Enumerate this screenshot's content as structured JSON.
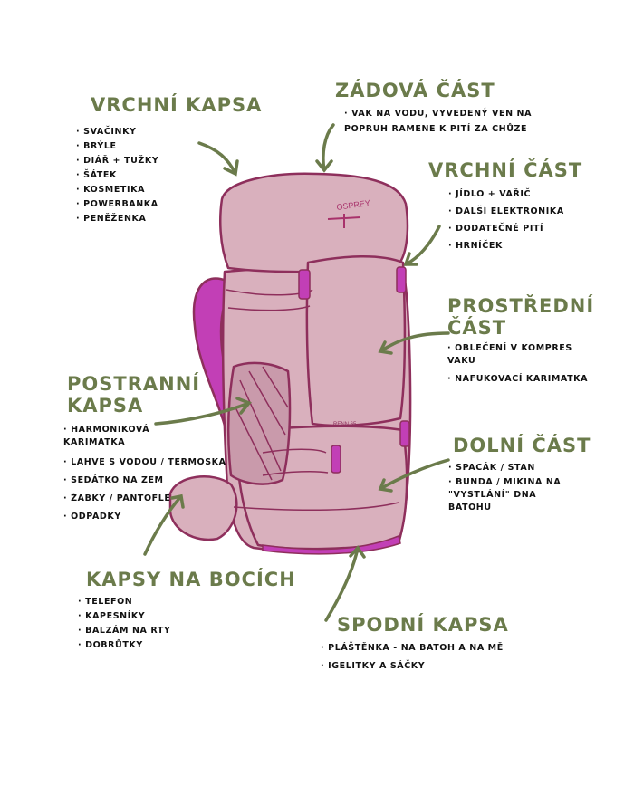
{
  "colors": {
    "label": "#6b7b4b",
    "outline": "#8e2f5c",
    "fill": "#d9b0bd",
    "accent": "#c23fb6"
  },
  "brand_logo": "OSPREY",
  "brand_model": "RENN 65",
  "sections": [
    {
      "title": "Vrchní kapsa",
      "items": [
        "Svačinky",
        "Brýle",
        "Diář + tužky",
        "Šátek",
        "Kosmetika",
        "Powerbanka",
        "Peněženka"
      ]
    },
    {
      "title": "Zádová část",
      "items": [
        "Vak na vodu, vyvedený ven na popruh ramene k pití za chůze"
      ]
    },
    {
      "title": "Vrchní část",
      "items": [
        "Jídlo + vařič",
        "Další elektronika",
        "Dodatečné pití",
        "Hrníček"
      ]
    },
    {
      "title": "Prostřední část",
      "items": [
        "Oblečení v kompres vaku",
        "Nafukovací karimatka"
      ]
    },
    {
      "title": "Postranní kapsa",
      "items": [
        "Harmoniková karimatka",
        "Lahve s vodou / termoska",
        "Sedátko na zem",
        "Žabky / pantofle",
        "Odpadky"
      ]
    },
    {
      "title": "Dolní část",
      "items": [
        "Spacák / stan",
        "Bunda / mikina na \"vystlání\" dna batohu"
      ]
    },
    {
      "title": "Kapsy na bocích",
      "items": [
        "Telefon",
        "Kapesníky",
        "Balzám na rty",
        "Dobrůtky"
      ]
    },
    {
      "title": "Spodní kapsa",
      "items": [
        "Pláštěnka - na batoh a na mě",
        "Igelitky a sáčky"
      ]
    }
  ]
}
